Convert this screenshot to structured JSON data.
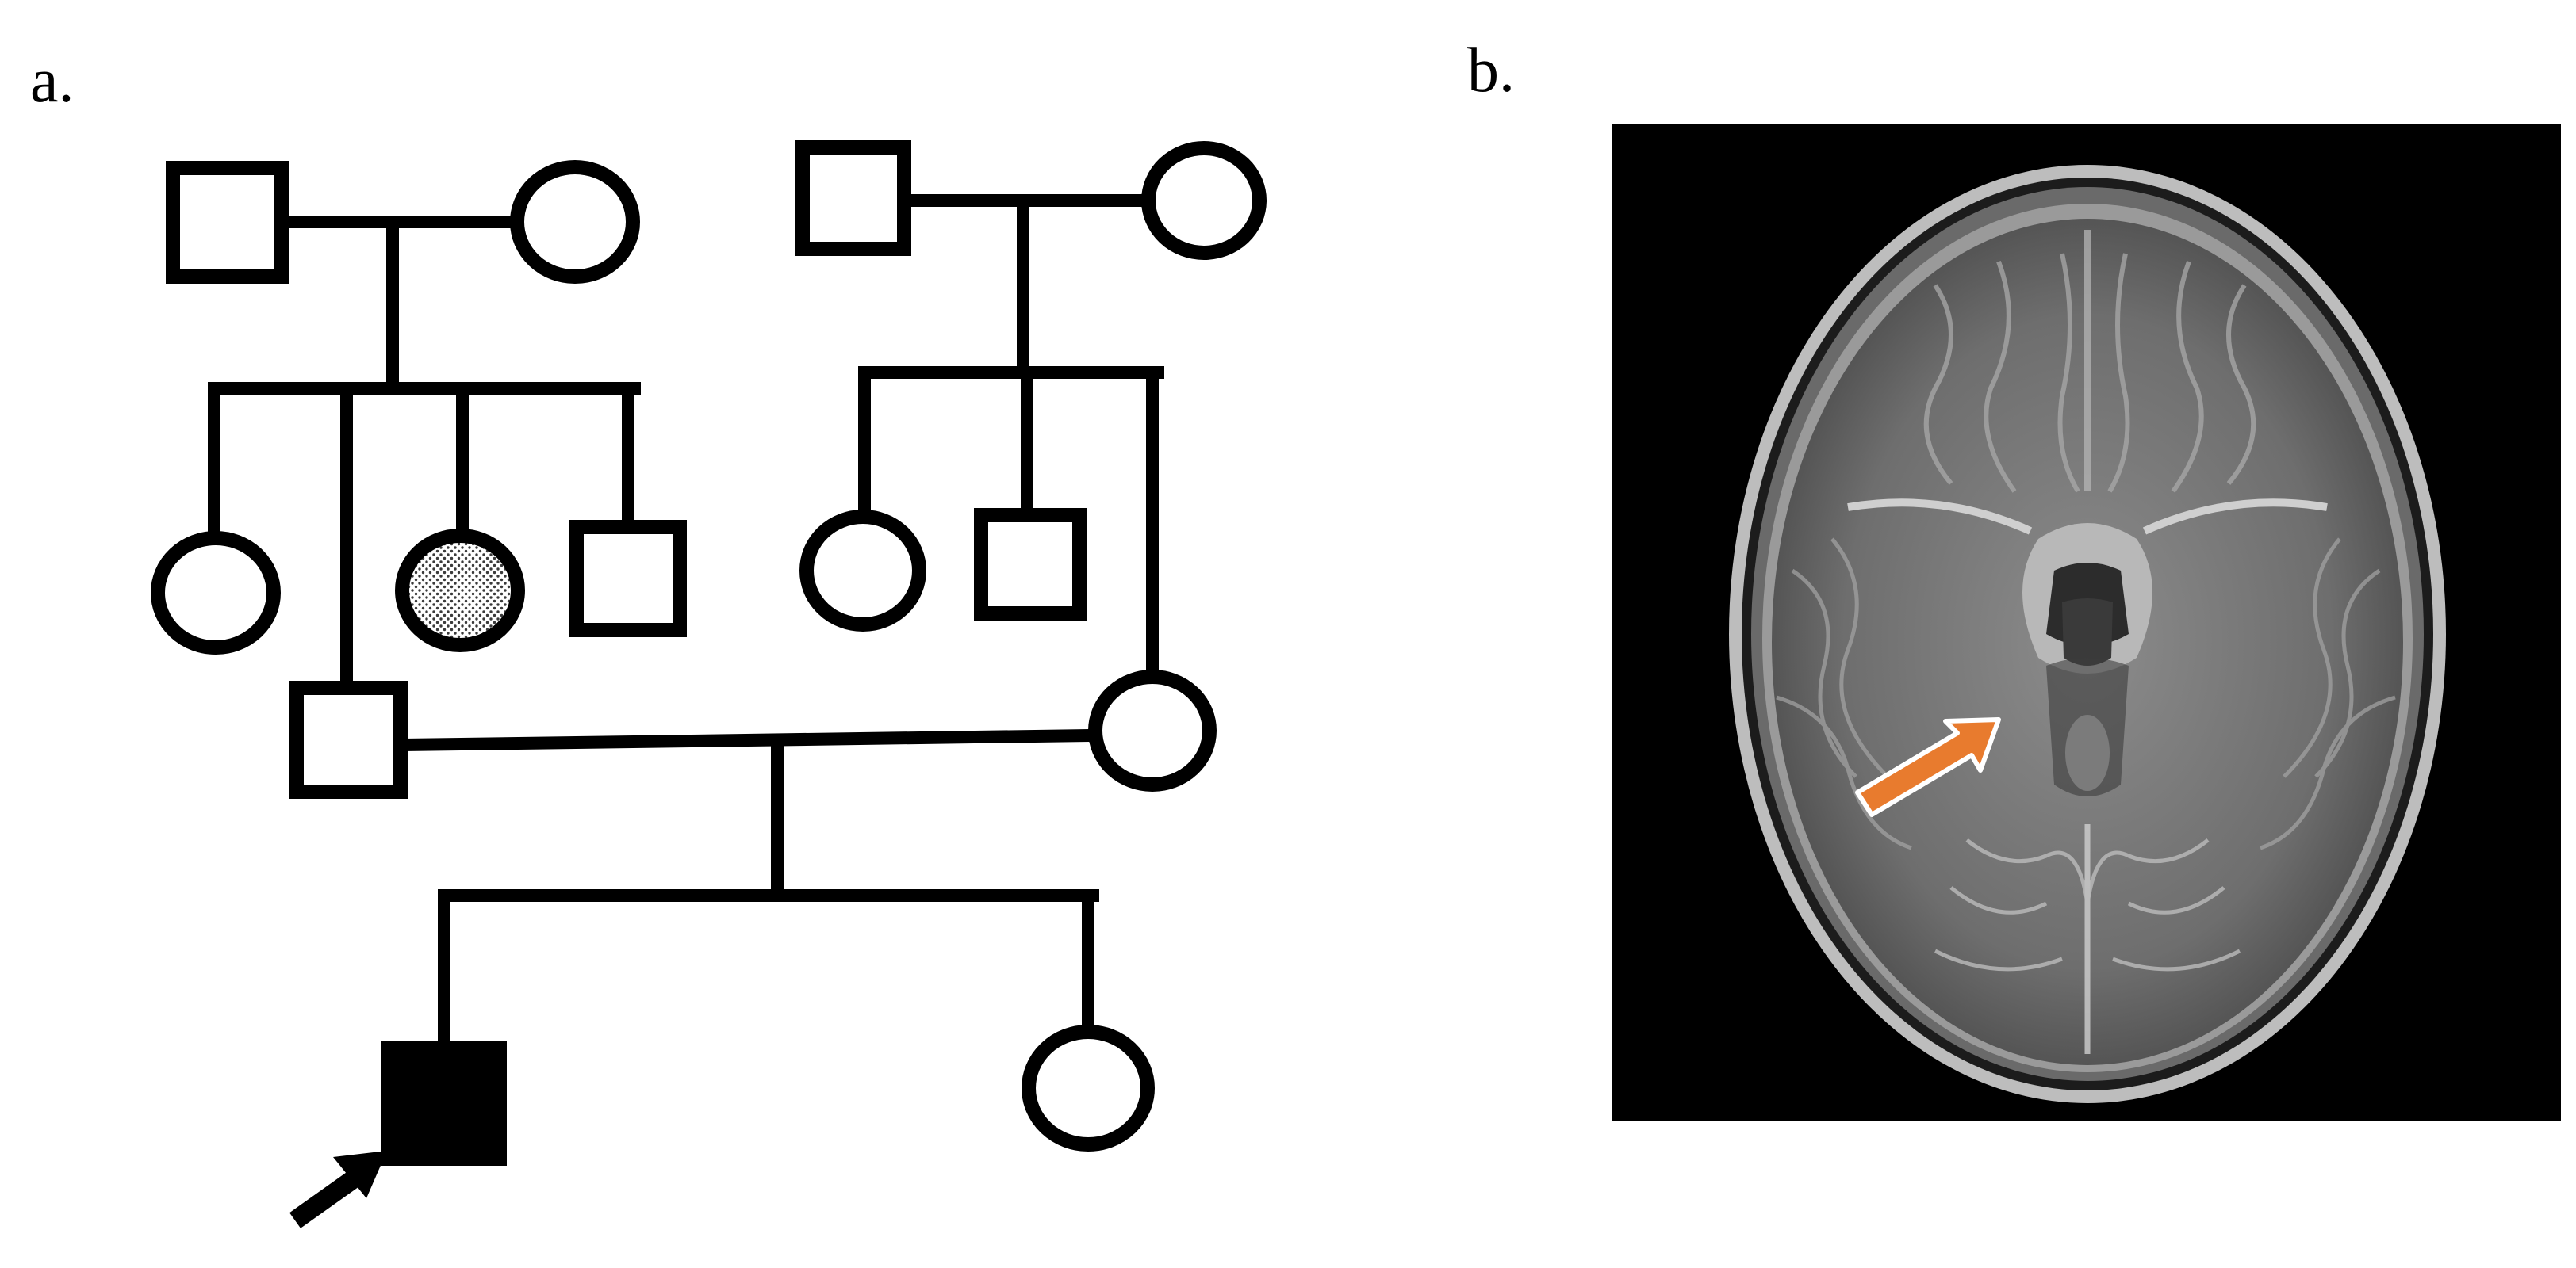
{
  "panels": [
    {
      "id": "a",
      "label": "a.",
      "content": "pedigree"
    },
    {
      "id": "b",
      "label": "b.",
      "content": "axial brain MRI"
    }
  ],
  "pedigree": {
    "generations": 3,
    "individuals": [
      {
        "id": "I-1",
        "sex": "male",
        "affected": false
      },
      {
        "id": "I-2",
        "sex": "female",
        "affected": false
      },
      {
        "id": "I-3",
        "sex": "male",
        "affected": false
      },
      {
        "id": "I-4",
        "sex": "female",
        "affected": false
      },
      {
        "id": "II-1",
        "sex": "female",
        "affected": false
      },
      {
        "id": "II-2",
        "sex": "male",
        "affected": false,
        "role": "father"
      },
      {
        "id": "II-3",
        "sex": "female",
        "affected": "partial",
        "fill": "stippled"
      },
      {
        "id": "II-4",
        "sex": "male",
        "affected": false
      },
      {
        "id": "II-5",
        "sex": "female",
        "affected": false
      },
      {
        "id": "II-6",
        "sex": "male",
        "affected": false
      },
      {
        "id": "II-7",
        "sex": "female",
        "affected": false,
        "role": "mother"
      },
      {
        "id": "III-1",
        "sex": "male",
        "affected": true,
        "proband": true
      },
      {
        "id": "III-2",
        "sex": "female",
        "affected": false
      }
    ],
    "proband_arrow_color": "#000000"
  },
  "mri": {
    "background": "#000000",
    "arrow_color": "#E87B2E"
  }
}
